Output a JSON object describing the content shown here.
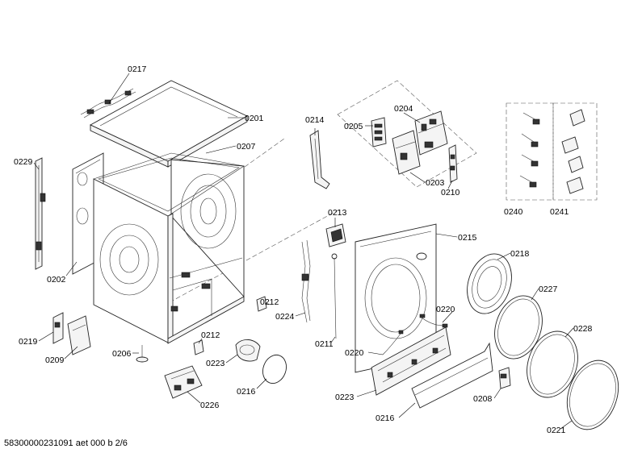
{
  "labels": {
    "l0217": "0217",
    "l0201": "0201",
    "l0207": "0207",
    "l0229": "0229",
    "l0202": "0202",
    "l0219": "0219",
    "l0209": "0209",
    "l0206": "0206",
    "l0212a": "0212",
    "l0212b": "0212",
    "l0223a": "0223",
    "l0226": "0226",
    "l0216a": "0216",
    "l0214": "0214",
    "l0204": "0204",
    "l0205": "0205",
    "l0203": "0203",
    "l0210": "0210",
    "l0213": "0213",
    "l0224": "0224",
    "l0211": "0211",
    "l0215": "0215",
    "l0220a": "0220",
    "l0220b": "0220",
    "l0223b": "0223",
    "l0216b": "0216",
    "l0218": "0218",
    "l0227": "0227",
    "l0228": "0228",
    "l0208": "0208",
    "l0221": "0221",
    "l0240": "0240",
    "l0241": "0241"
  },
  "footer": "58300000231091 aet 000 b 2/6"
}
